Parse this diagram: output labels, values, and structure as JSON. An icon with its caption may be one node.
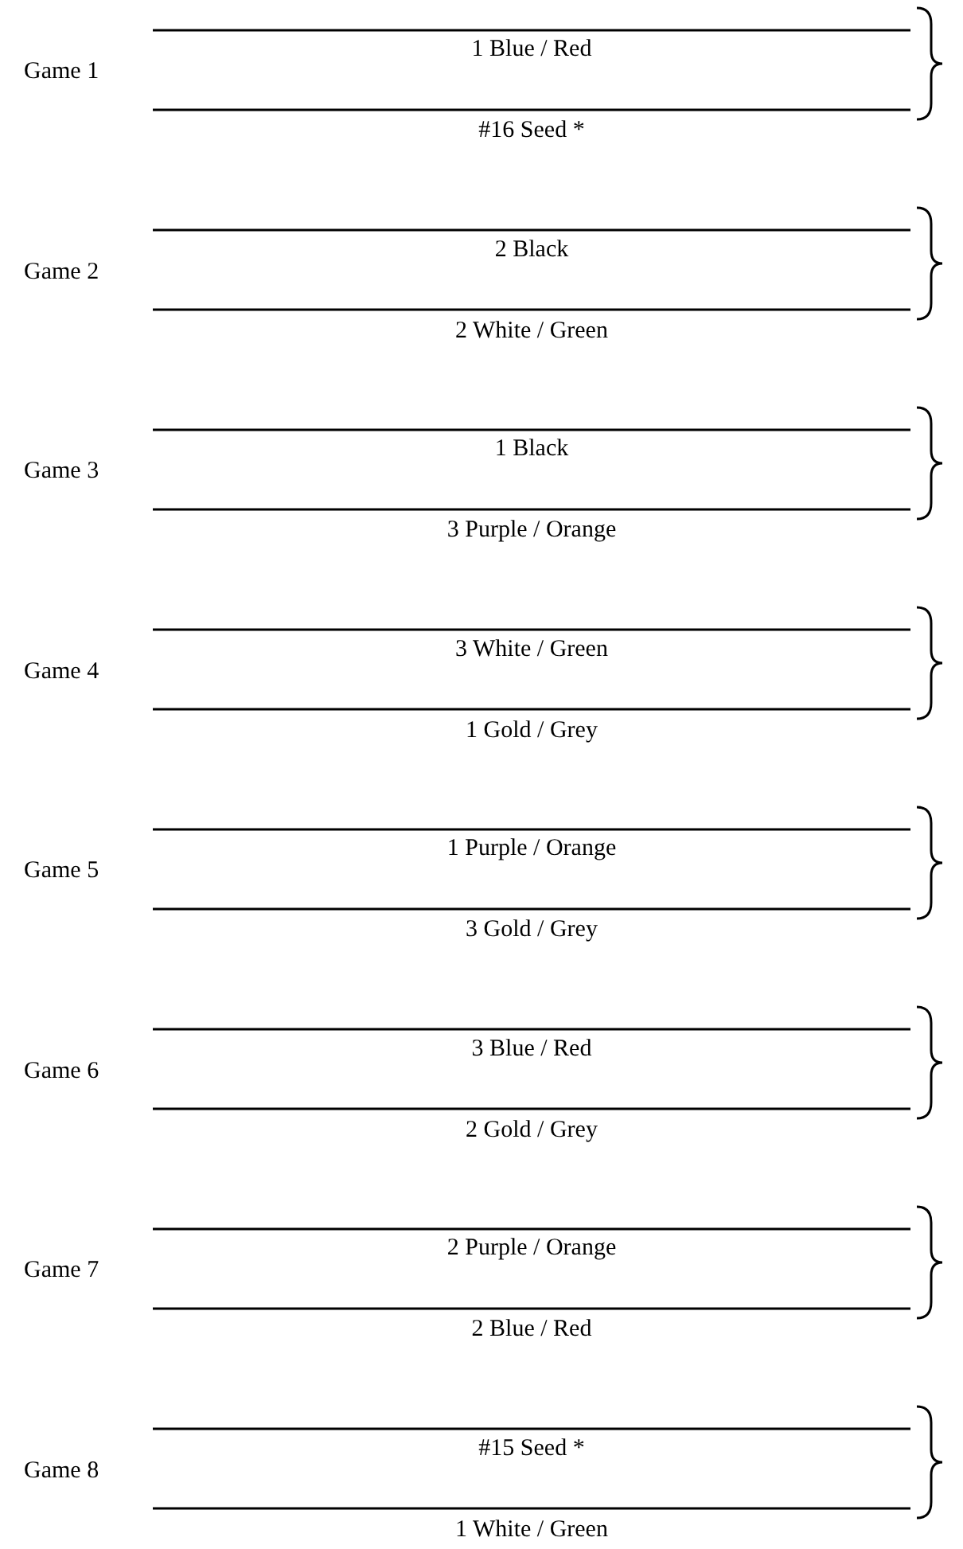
{
  "diagram": {
    "labels": [
      "Game 1",
      "1 Blue / Red",
      "#16 Seed *",
      "Game 2",
      "2 Black",
      "2 White / Green",
      "Game 3",
      "1 Black",
      "3 Purple / Orange",
      "Game 4",
      "3 White / Green",
      "1 Gold / Grey",
      "Game 5",
      "1 Purple / Orange",
      "3 Gold / Grey",
      "Game 6",
      "3 Blue / Red",
      "2 Gold / Grey",
      "Game 7",
      "2 Purple / Orange",
      "2 Blue / Red",
      "Game 8",
      "#15 Seed *",
      "1 White / Green"
    ]
  }
}
